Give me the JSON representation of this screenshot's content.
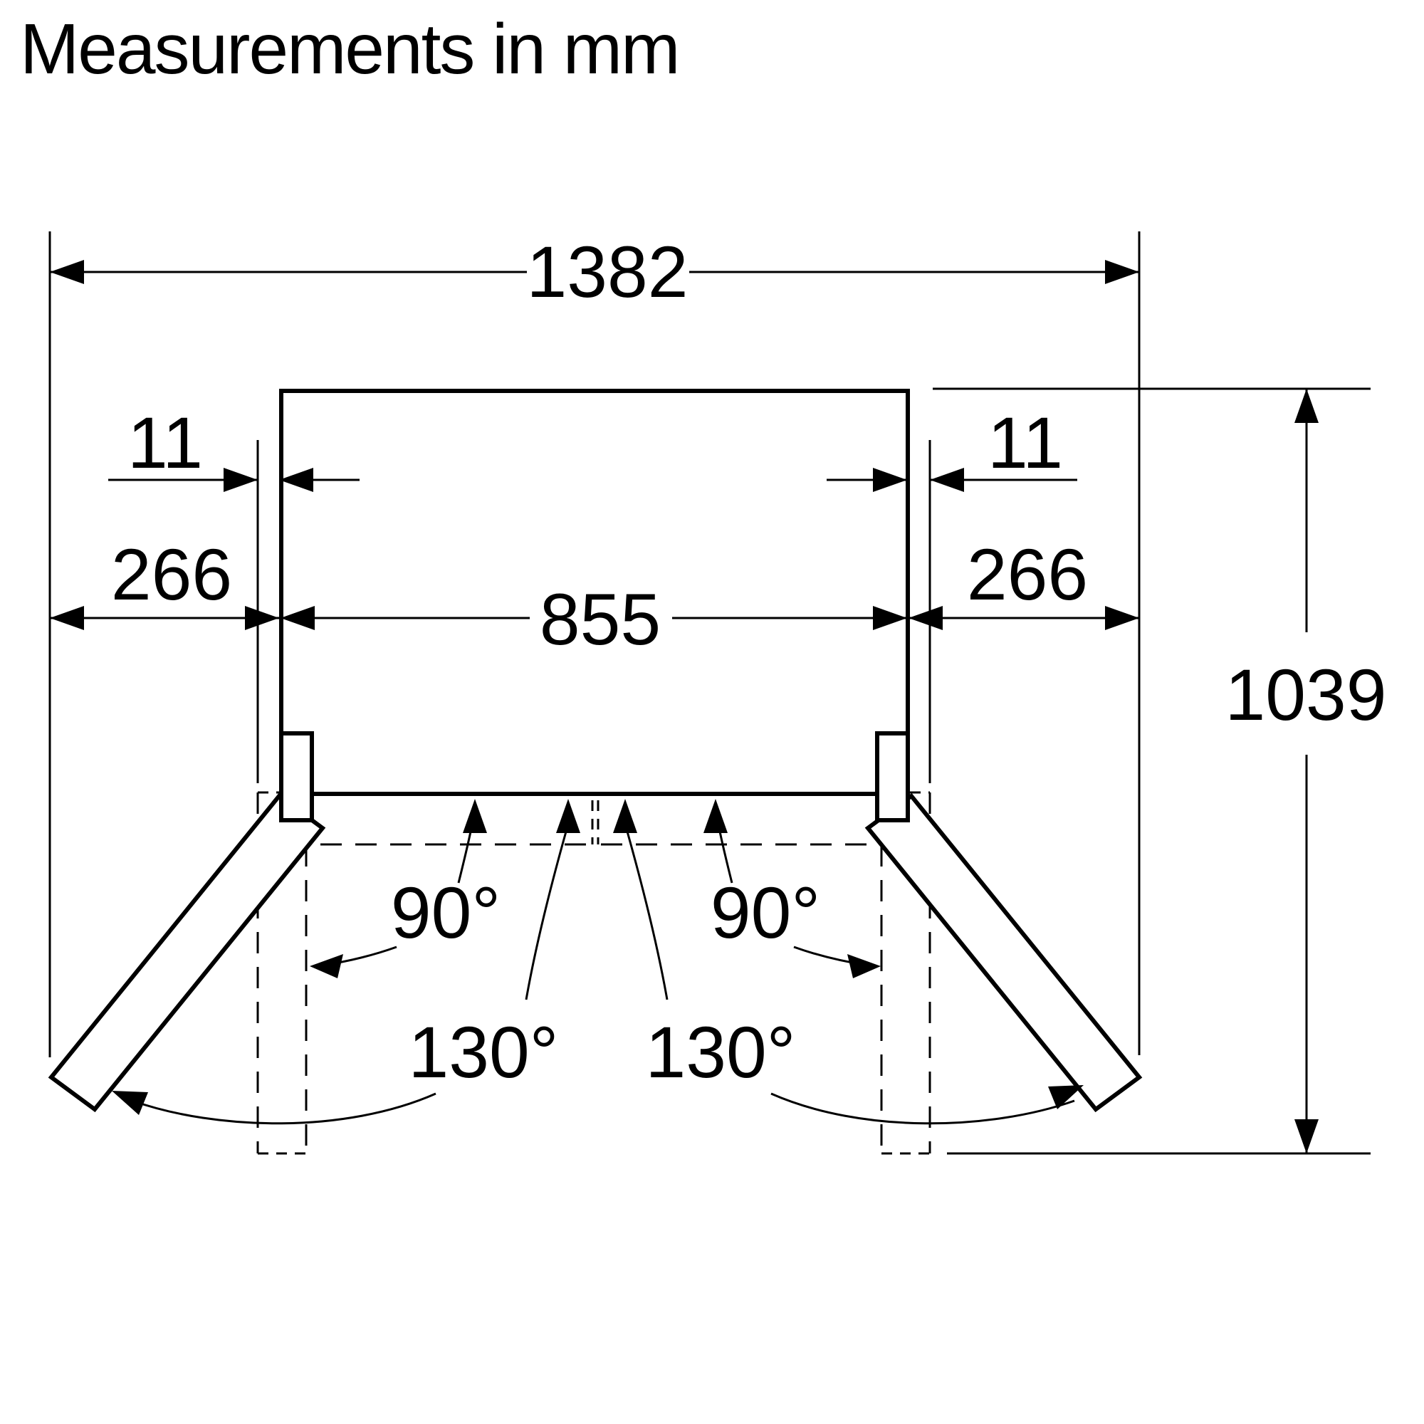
{
  "title": "Measurements in mm",
  "unit": "mm",
  "dimensions": {
    "total_width_doors_open": "1382",
    "left_door_side_protrusion": "11",
    "right_door_side_protrusion": "11",
    "left_side_clearance": "266",
    "right_side_clearance": "266",
    "cabinet_width": "855",
    "depth_with_door_open": "1039"
  },
  "angles": {
    "left_door_90": "90°",
    "right_door_90": "90°",
    "left_door_130": "130°",
    "right_door_130": "130°"
  },
  "colors": {
    "line": "#000000",
    "background": "#ffffff"
  }
}
